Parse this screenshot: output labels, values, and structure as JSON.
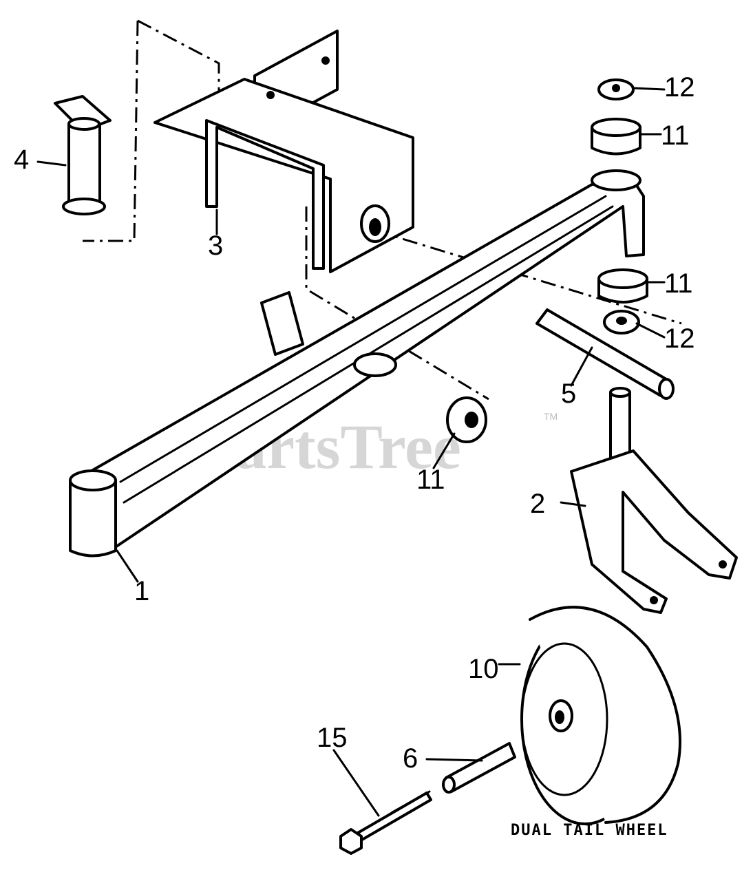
{
  "caption": "DUAL TAIL WHEEL",
  "watermark": {
    "text": "PartsTree",
    "trademark": "TM"
  },
  "callouts": [
    {
      "id": "1",
      "label": "1"
    },
    {
      "id": "2",
      "label": "2"
    },
    {
      "id": "3",
      "label": "3"
    },
    {
      "id": "4",
      "label": "4"
    },
    {
      "id": "5",
      "label": "5"
    },
    {
      "id": "6",
      "label": "6"
    },
    {
      "id": "10",
      "label": "10"
    },
    {
      "id": "11a",
      "label": "11"
    },
    {
      "id": "11b",
      "label": "11"
    },
    {
      "id": "11c",
      "label": "11"
    },
    {
      "id": "12a",
      "label": "12"
    },
    {
      "id": "12b",
      "label": "12"
    },
    {
      "id": "15",
      "label": "15"
    }
  ]
}
